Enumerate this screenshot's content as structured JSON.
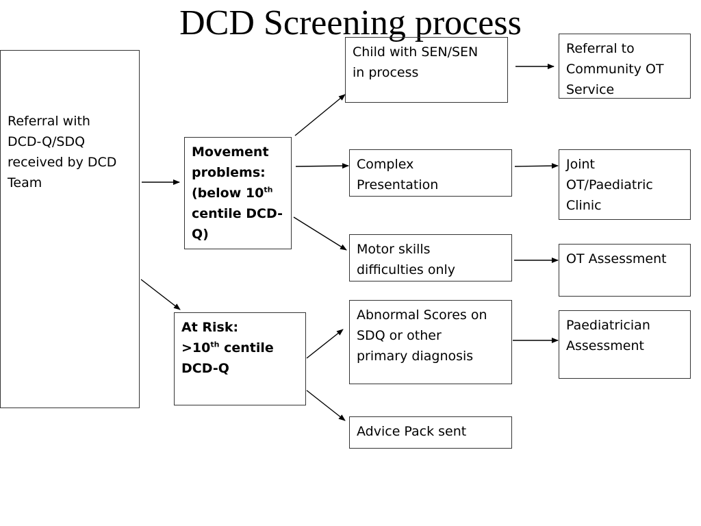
{
  "title": "DCD Screening process",
  "boxes": {
    "referral": [
      "Referral with",
      "DCD-Q/SDQ",
      "received by DCD",
      "Team"
    ],
    "movement": {
      "l1": "Movement",
      "l2": "problems:",
      "l3_pre": "(below 10",
      "l3_sup": "th",
      "l4": "centile DCD-",
      "l5": "Q)"
    },
    "at_risk": {
      "l1": "At Risk:",
      "l2_pre": ">10",
      "l2_sup": "th",
      "l2_post": " centile",
      "l3": "DCD-Q"
    },
    "sen": [
      "Child with SEN/SEN",
      "in process"
    ],
    "complex": [
      "Complex",
      "Presentation"
    ],
    "motor": [
      "Motor skills",
      "difficulties only"
    ],
    "abnormal": [
      "Abnormal Scores on",
      "SDQ or other",
      "primary diagnosis"
    ],
    "advice": [
      "Advice Pack sent"
    ],
    "community_ot": [
      "Referral to",
      "Community OT",
      "Service"
    ],
    "joint_clinic": [
      "Joint",
      "OT/Paediatric",
      "Clinic"
    ],
    "ot_assessment": [
      "OT Assessment"
    ],
    "paed_assessment": [
      "Paediatrician",
      "Assessment"
    ]
  }
}
